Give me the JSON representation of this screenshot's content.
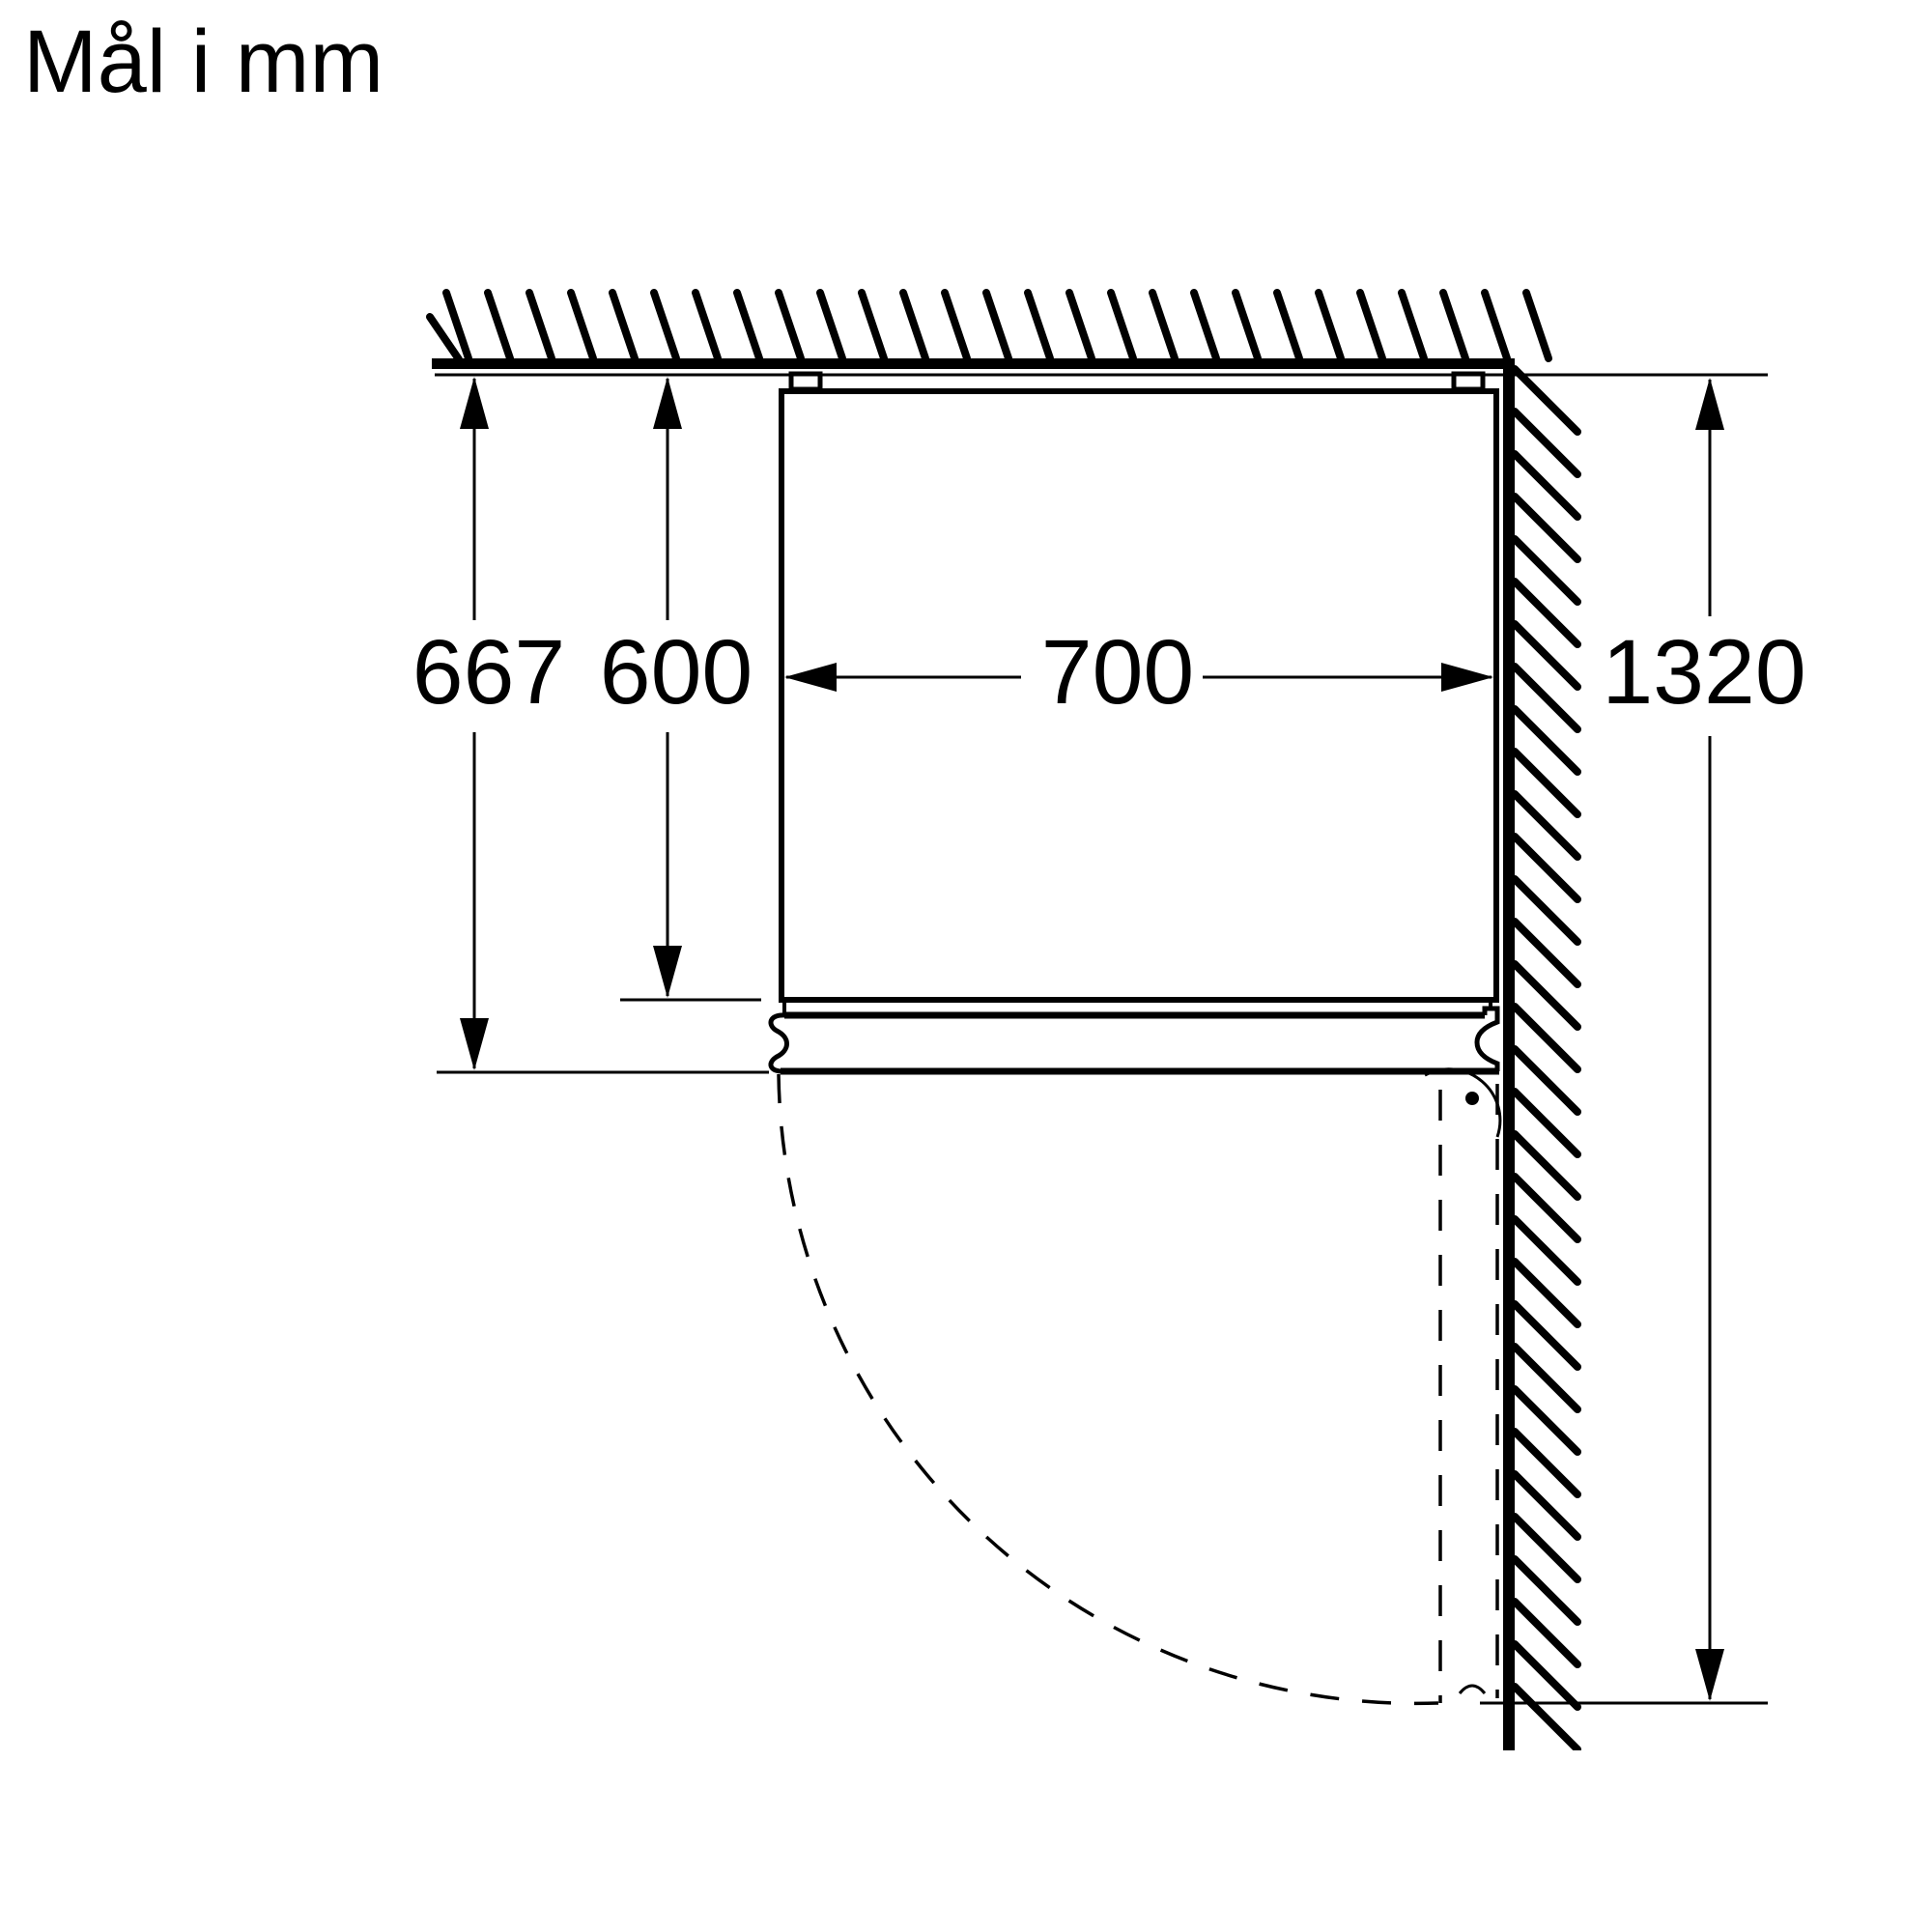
{
  "title": "Mål i mm",
  "unit": "mm",
  "dimensions": {
    "total_depth_with_door": {
      "label": "667",
      "description": "depth including door"
    },
    "body_depth": {
      "label": "600",
      "description": "appliance body depth"
    },
    "width": {
      "label": "700",
      "description": "appliance width"
    },
    "side_wall_length": {
      "label": "1320",
      "description": "clearance along side wall"
    }
  }
}
